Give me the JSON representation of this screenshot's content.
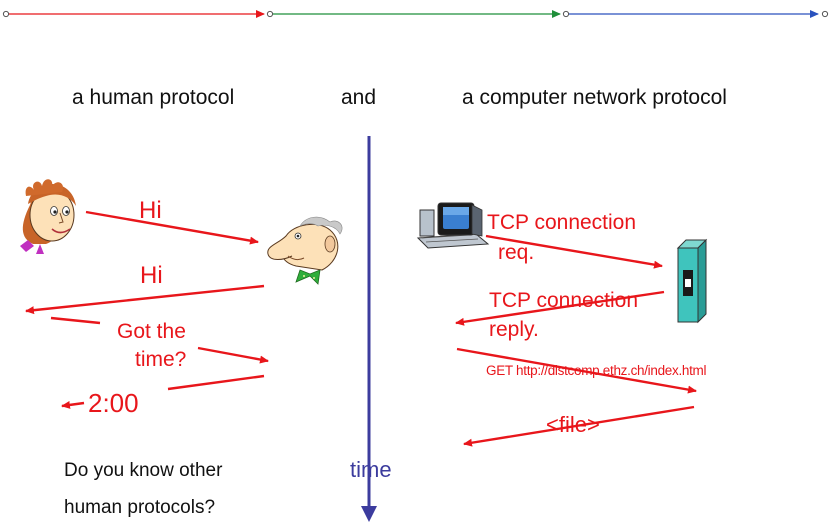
{
  "colors": {
    "message": "#e8161b",
    "timeline": "#3c3c9e",
    "bar_red": "#e8161b",
    "bar_green": "#1f8f3a",
    "bar_blue": "#2a52be",
    "text": "#111111"
  },
  "header": {
    "left": "a human protocol",
    "middle": "and",
    "right": "a computer network protocol"
  },
  "human": {
    "icons": [
      "woman-face-icon",
      "man-face-icon"
    ],
    "messages": [
      "Hi",
      "Hi",
      "Got the",
      "time?",
      "2:00"
    ]
  },
  "network": {
    "icons": [
      "computer-icon",
      "server-icon"
    ],
    "messages": [
      "TCP connection",
      "req.",
      "TCP connection",
      "reply.",
      "GET http://distcomp.ethz.ch/index.html",
      "<file>"
    ]
  },
  "timeline": {
    "label": "time"
  },
  "question": [
    "Do you know other",
    "human protocols?"
  ]
}
